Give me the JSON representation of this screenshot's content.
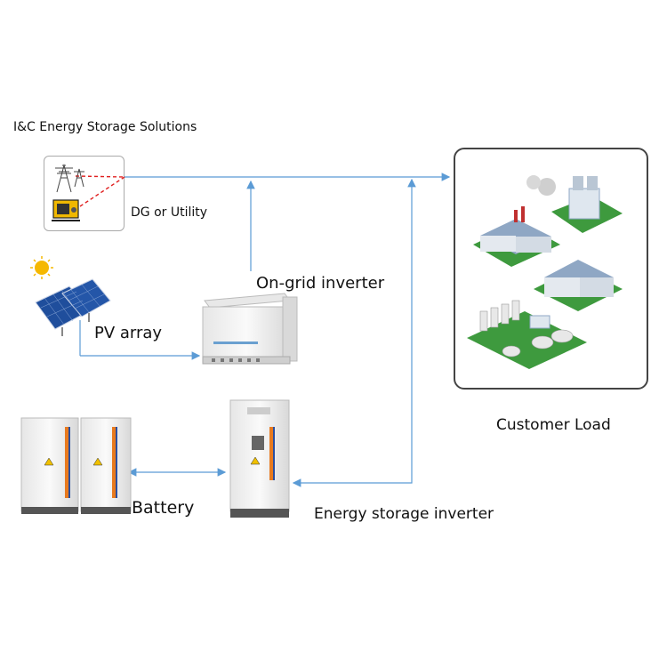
{
  "diagram": {
    "title": "I&C Energy Storage Solutions",
    "labels": {
      "dg_or_utility": "DG or Utility",
      "on_grid_inverter": "On-grid inverter",
      "pv_array": "PV array",
      "battery": "Battery",
      "energy_storage_inverter": "Energy storage inverter",
      "customer_load": "Customer Load"
    },
    "colors": {
      "connector_line": "#5b9bd5",
      "dashed_link": "#e02020",
      "solar_panel": "#1f4e9c",
      "sun": "#f5b800",
      "cabinet_accent": "#e87a1e",
      "factory_roof": "#8fa7c4",
      "ground": "#3e9a3e"
    },
    "icons": [
      "transmission-tower-icon",
      "generator-icon",
      "sun-icon",
      "solar-panel-icon",
      "inverter-icon",
      "battery-cabinet-icon",
      "storage-inverter-icon",
      "factory-icon"
    ]
  }
}
